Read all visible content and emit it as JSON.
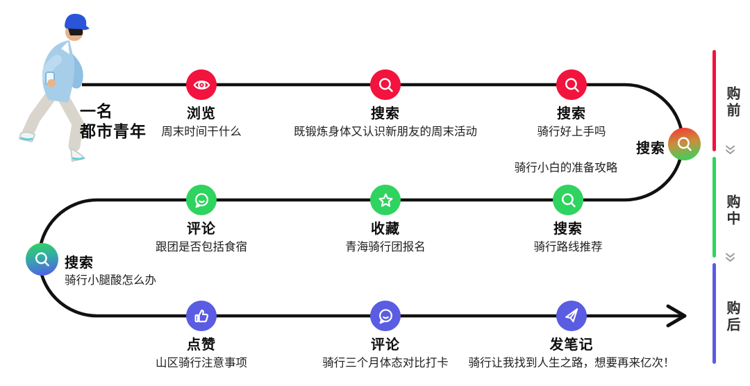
{
  "persona": {
    "line1": "一名",
    "line2": "都市青年",
    "figure": "running-urban-youth-photo"
  },
  "journey": {
    "line_color": "#111111",
    "end_marker": "arrow-right"
  },
  "stages": [
    {
      "label": "购前",
      "color": "#F2133E"
    },
    {
      "label": "购中",
      "color": "#2FD35F"
    },
    {
      "label": "购后",
      "color": "#5A5CE2"
    }
  ],
  "stage_separator_icon": "double-chevron-down",
  "nodes": [
    {
      "action": "浏览",
      "desc": "周末时间干什么",
      "icon": "eye-icon",
      "color": "#F2133E"
    },
    {
      "action": "搜索",
      "desc": "既锻炼身体又认识新朋友的周末活动",
      "icon": "magnifier-icon",
      "color": "#F2133E"
    },
    {
      "action": "搜索",
      "desc": "骑行好上手吗",
      "icon": "magnifier-icon",
      "color": "#F2133E"
    },
    {
      "action": "搜索",
      "desc": "骑行小白的准备攻略",
      "icon": "magnifier-icon",
      "color": "gradient-red-green"
    },
    {
      "action": "评论",
      "desc": "跟团是否包括食宿",
      "icon": "comment-icon",
      "color": "#2FD35F"
    },
    {
      "action": "收藏",
      "desc": "青海骑行团报名",
      "icon": "star-icon",
      "color": "#2FD35F"
    },
    {
      "action": "搜索",
      "desc": "骑行路线推荐",
      "icon": "magnifier-icon",
      "color": "#2FD35F"
    },
    {
      "action": "搜索",
      "desc": "骑行小腿酸怎么办",
      "icon": "magnifier-icon",
      "color": "gradient-green-blue"
    },
    {
      "action": "点赞",
      "desc": "山区骑行注意事项",
      "icon": "thumbs-up-icon",
      "color": "#5A5CE2"
    },
    {
      "action": "评论",
      "desc": "骑行三个月体态对比打卡",
      "icon": "comment-icon",
      "color": "#5A5CE2"
    },
    {
      "action": "发笔记",
      "desc": "骑行让我找到人生之路，想要再来亿次！",
      "icon": "paper-plane-icon",
      "color": "#5A5CE2"
    }
  ]
}
